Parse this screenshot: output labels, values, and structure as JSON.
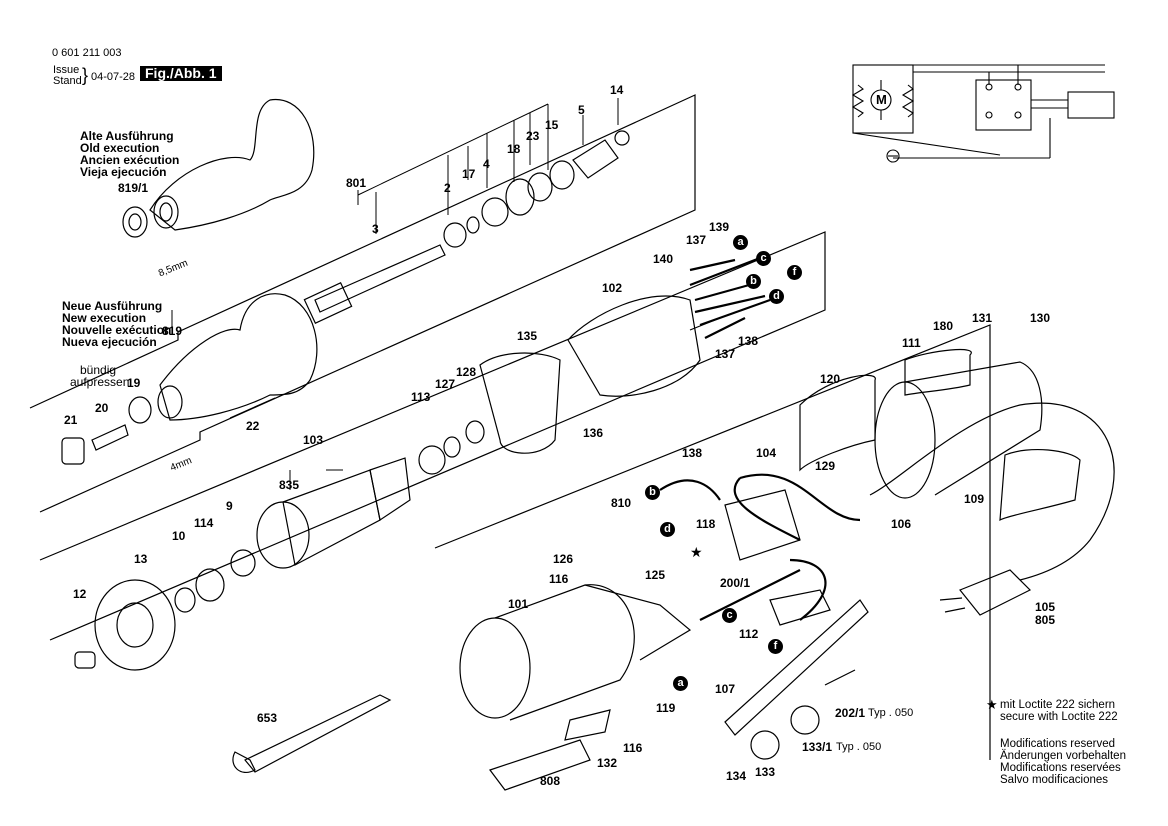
{
  "header": {
    "part_number": "0 601 211 003",
    "issue_label": "Issue",
    "stand_label": "Stand",
    "date": "04-07-28",
    "figure": "Fig./Abb. 1"
  },
  "old_execution": [
    "Alte Ausführung",
    "Old execution",
    "Ancien exécution",
    "Vieja ejecución"
  ],
  "new_execution": [
    "Neue Ausführung",
    "New execution",
    "Nouvelle exécution",
    "Nueva ejecución"
  ],
  "flush": [
    "bündig",
    "aufpressen"
  ],
  "dims": {
    "old": "8,5mm",
    "new": "4mm"
  },
  "circuit": {
    "motor": "M"
  },
  "part_labels": {
    "p819_1": "819/1",
    "p801": "801",
    "p3": "3",
    "p2": "2",
    "p17": "17",
    "p4": "4",
    "p18": "18",
    "p23": "23",
    "p15": "15",
    "p5": "5",
    "p14": "14",
    "p819": "819",
    "p19": "19",
    "p21": "21",
    "p20": "20",
    "p22": "22",
    "p137a": "137",
    "p139": "139",
    "p140": "140",
    "p102": "102",
    "p138a": "138",
    "p137b": "137",
    "p135": "135",
    "p127": "127",
    "p128": "128",
    "p113": "113",
    "p136": "136",
    "p103": "103",
    "p835": "835",
    "p9": "9",
    "p114": "114",
    "p10": "10",
    "p13": "13",
    "p12": "12",
    "p111": "111",
    "p180": "180",
    "p131": "131",
    "p130": "130",
    "p120": "120",
    "p138b": "138",
    "p104": "104",
    "p129": "129",
    "p810": "810",
    "p118": "118",
    "p126": "126",
    "p125": "125",
    "p116a": "116",
    "p200_1": "200/1",
    "p106": "106",
    "p109": "109",
    "p101": "101",
    "p112": "112",
    "p119": "119",
    "p107": "107",
    "p116b": "116",
    "p202_1": "202/1",
    "p133_1": "133/1",
    "p105": "105",
    "p805": "805",
    "p653": "653",
    "p132": "132",
    "p808": "808",
    "p134": "134",
    "p133": "133"
  },
  "typ": {
    "typ_202": "Typ . 050",
    "typ_133": "Typ . 050"
  },
  "connectors": {
    "a": "a",
    "b": "b",
    "c": "c",
    "d": "d",
    "f": "f"
  },
  "notes": {
    "loctite": [
      "mit Loctite 222 sichern",
      "secure with Loctite 222"
    ],
    "modifications": [
      "Modifications reserved",
      "Änderungen vorbehalten",
      "Modifications reservées",
      "Salvo modificaciones"
    ]
  }
}
